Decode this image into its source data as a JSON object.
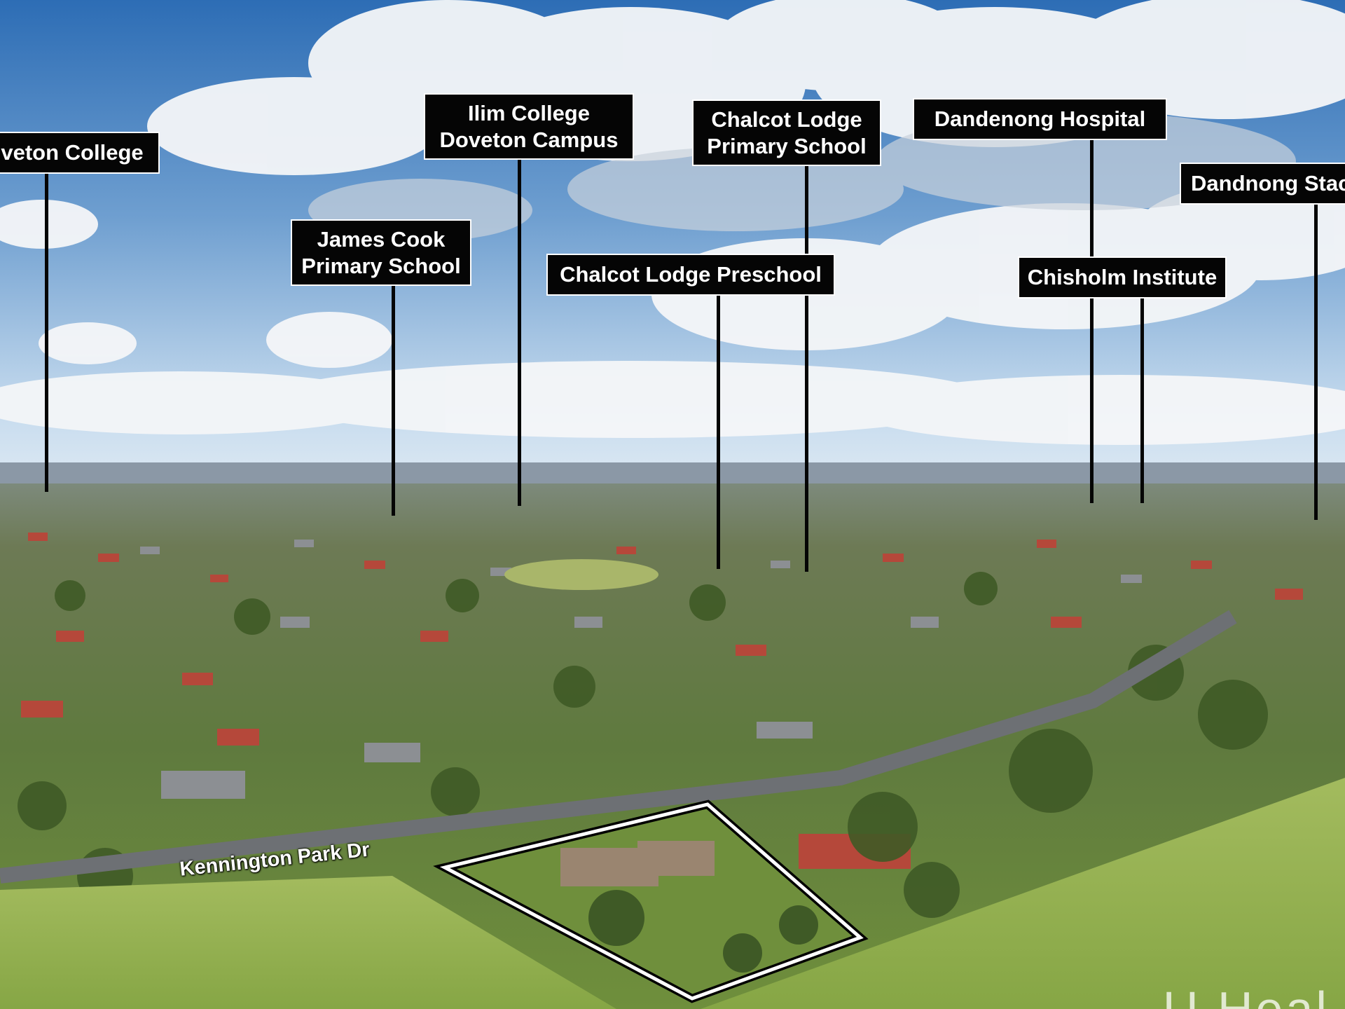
{
  "labels": {
    "doveton_college": "veton College",
    "ilim_line1": "Ilim College",
    "ilim_line2": "Doveton Campus",
    "james_line1": "James Cook",
    "james_line2": "Primary School",
    "chalcot_school_line1": "Chalcot Lodge",
    "chalcot_school_line2": "Primary School",
    "chalcot_preschool": "Chalcot Lodge Preschool",
    "dandenong_hospital": "Dandenong Hospital",
    "chisholm": "Chisholm Institute",
    "dandenong_stadium": "Dandnong Stac"
  },
  "street": "Kennington Park Dr",
  "watermark": "U Heal",
  "colors": {
    "sky_top": "#2d6db5",
    "sky_horizon": "#dde9f3",
    "label_bg": "#050505",
    "label_text": "#ffffff",
    "grass": "#8fae4e",
    "roof_red": "#b5483a",
    "boundary": "#ffffff"
  }
}
